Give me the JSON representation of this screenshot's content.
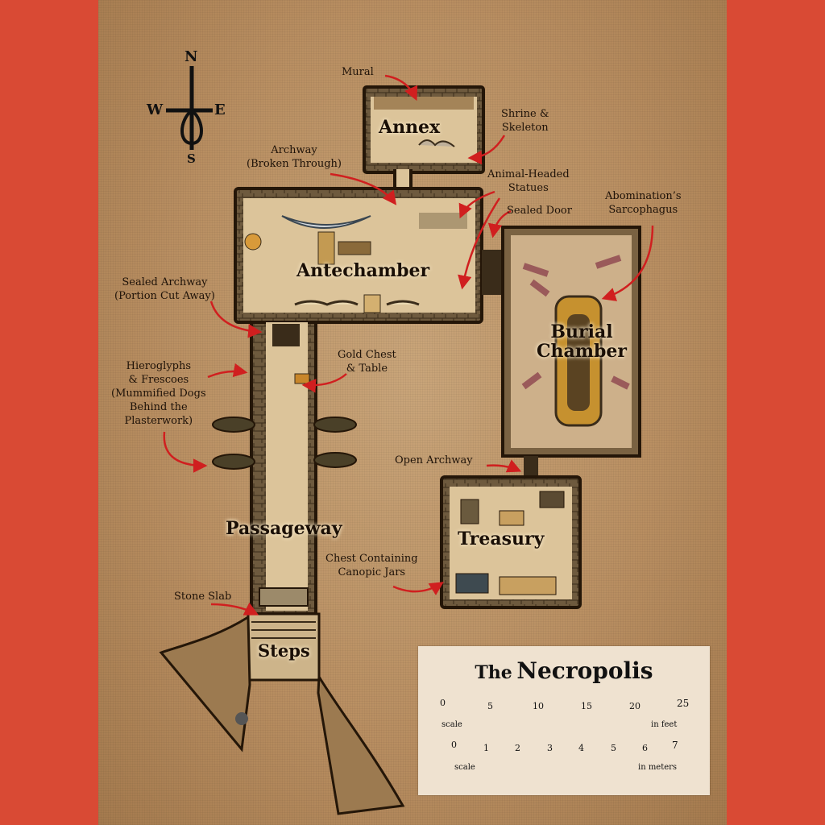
{
  "title": {
    "prefix": "The",
    "name": "Necropolis"
  },
  "compass": {
    "n": "N",
    "s": "S",
    "e": "E",
    "w": "W"
  },
  "rooms": {
    "annex": "Annex",
    "antechamber": "Antechamber",
    "burial": "Burial\nChamber",
    "passageway": "Passageway",
    "treasury": "Treasury",
    "steps": "Steps"
  },
  "labels": {
    "mural": "Mural",
    "shrine": "Shrine &\nSkeleton",
    "archway_broken": "Archway\n(Broken Through)",
    "statues": "Animal-Headed\nStatues",
    "sealed_door": "Sealed Door",
    "sarcophagus": "Abomination’s\nSarcophagus",
    "sealed_archway": "Sealed Archway\n(Portion Cut Away)",
    "hieroglyphs": "Hieroglyphs\n& Frescoes\n(Mummified Dogs\nBehind the\nPlasterwork)",
    "gold_chest": "Gold Chest\n& Table",
    "open_archway": "Open Archway",
    "canopic": "Chest Containing\nCanopic Jars",
    "stone_slab": "Stone Slab"
  },
  "scale_feet": {
    "ticks": [
      "0",
      "5",
      "10",
      "15",
      "20",
      "25"
    ],
    "left_unit": "scale",
    "right_unit": "in feet"
  },
  "scale_meters": {
    "ticks": [
      "0",
      "1",
      "2",
      "3",
      "4",
      "5",
      "6",
      "7"
    ],
    "left_unit": "scale",
    "right_unit": "in meters"
  },
  "colors": {
    "background": "#d94a34",
    "parchment": "#b98f62",
    "arrow": "#d01f1f",
    "floor": "#dcc49a",
    "wall": "#241608"
  }
}
